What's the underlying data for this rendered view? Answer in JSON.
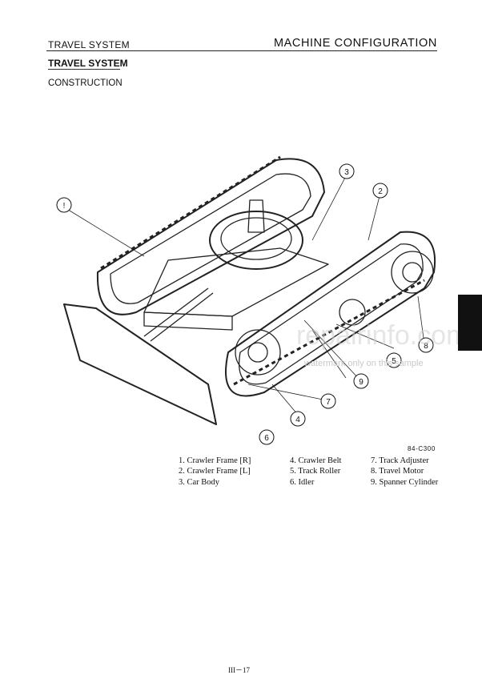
{
  "header": {
    "left": "TRAVEL SYSTEM",
    "right": "MACHINE CONFIGURATION"
  },
  "section_title": "TRAVEL SYSTEM",
  "subsection_title": "CONSTRUCTION",
  "figure": {
    "code": "84-C300",
    "callouts": [
      "!",
      "2",
      "3",
      "4",
      "5",
      "6",
      "7",
      "8",
      "9"
    ]
  },
  "legend": {
    "col1": [
      "1.  Crawler Frame [R]",
      "2.  Crawler Frame [L]",
      "3.  Car Body"
    ],
    "col2": [
      "4.  Crawler Belt",
      "5.  Track Roller",
      "6.  Idler"
    ],
    "col3": [
      "7.  Track Adjuster",
      "8.  Travel Motor",
      "9.  Spanner Cylinder"
    ]
  },
  "watermark": {
    "brand": "repairinfo.com",
    "text": "watermark only on this sample"
  },
  "page_number": "III－17"
}
